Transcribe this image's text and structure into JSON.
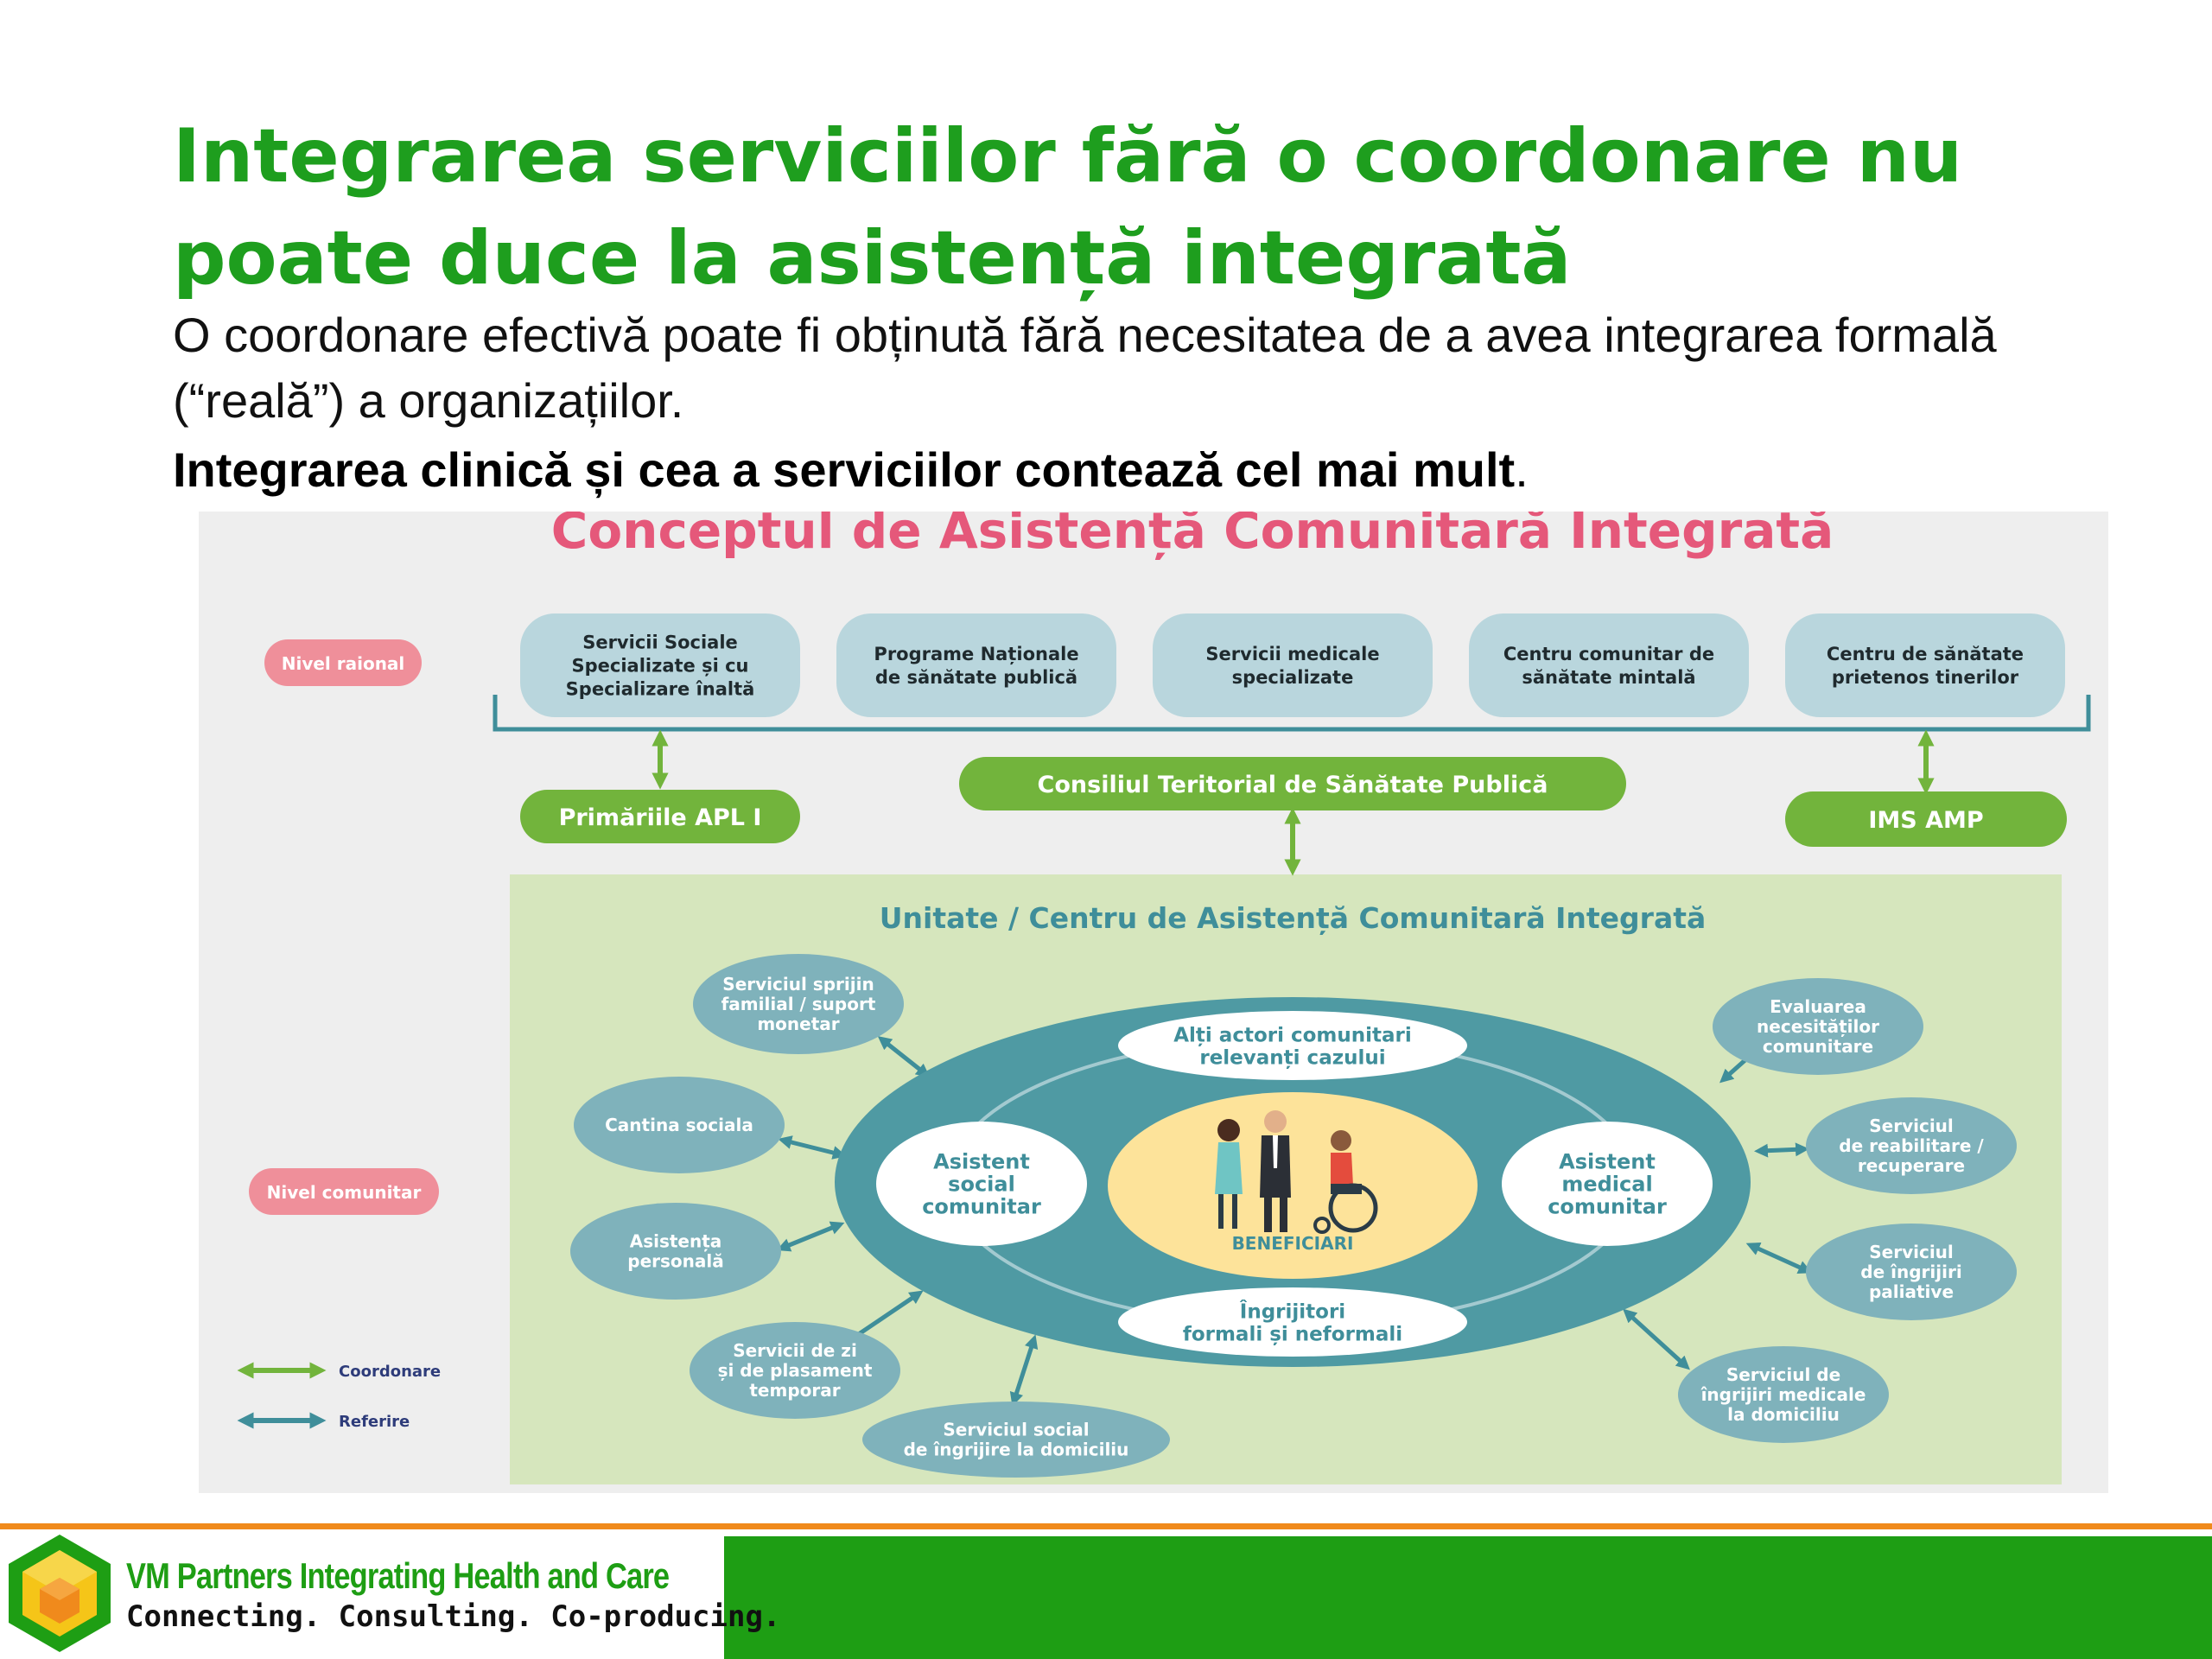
{
  "slide": {
    "title": "Integrarea serviciilor fără o coordonare nu poate duce la asistență integrată",
    "subtitle": "O coordonare efectivă poate fi obținută fără necesitatea de a avea integrarea formală (“reală”) a organizațiilor.",
    "bold_text": "Integrarea clinică și cea a serviciilor contează cel mai mult",
    "bold_suffix": "."
  },
  "diagram": {
    "title": "Conceptul de Asistență Comunitară Integrată",
    "levels": {
      "raional": "Nivel raional",
      "comunitar": "Nivel comunitar"
    },
    "top_boxes": [
      [
        "Servicii Sociale",
        "Specializate și cu",
        "Specializare înaltă"
      ],
      [
        "Programe Naționale",
        "de sănătate publică"
      ],
      [
        "Servicii medicale",
        "specializate"
      ],
      [
        "Centru comunitar de",
        "sănătate mintală"
      ],
      [
        "Centru de sănătate",
        "prietenos tinerilor"
      ]
    ],
    "primarii": "Primăriile APL I",
    "consiliul": "Consiliul Teritorial de Sănătate Publică",
    "ims": "IMS AMP",
    "unit_title": "Unitate / Centru de Asistență Comunitară Integrată",
    "inner": {
      "top": [
        "Alți actori comunitari",
        "relevanți cazului"
      ],
      "bottom": [
        "Îngrijitori",
        "formali și neformali"
      ],
      "left": [
        "Asistent",
        "social",
        "comunitar"
      ],
      "right": [
        "Asistent",
        "medical",
        "comunitar"
      ],
      "center": "BENEFICIARI"
    },
    "services_left": [
      [
        "Serviciul sprijin",
        "familial / suport",
        "monetar"
      ],
      [
        "Cantina sociala"
      ],
      [
        "Asistența",
        "personală"
      ],
      [
        "Servicii de zi",
        "și de plasament",
        "temporar"
      ],
      [
        "Serviciul social",
        "de îngrijire la domiciliu"
      ]
    ],
    "services_right": [
      [
        "Evaluarea",
        "necesităților",
        "comunitare"
      ],
      [
        "Serviciul",
        "de reabilitare /",
        "recuperare"
      ],
      [
        "Serviciul",
        "de îngrijiri",
        "paliative"
      ],
      [
        "Serviciul de",
        "îngrijiri medicale",
        "la domiciliu"
      ]
    ],
    "legend": {
      "coordonare": "Coordonare",
      "referire": "Referire"
    },
    "colors": {
      "title_pink": "#e5587a",
      "green": "#72b43c",
      "teal_dark": "#3f8e9a",
      "teal_light": "#7fb2bb",
      "box_light": "#b9d6dd",
      "pink_badge": "#ef8f9a",
      "unit_bg": "#d6e6bd",
      "center_yellow": "#fde39a"
    }
  },
  "footer": {
    "company": "VM Partners Integrating Health and Care",
    "tagline": "Connecting. Consulting. Co-producing."
  }
}
